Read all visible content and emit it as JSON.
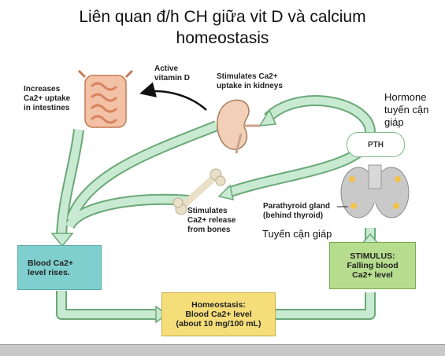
{
  "title": {
    "line1": "Liên quan đ/h CH giữa vit D và calcium",
    "line2": "homeostasis"
  },
  "labels": {
    "intestines": [
      "Increases",
      "Ca2+ uptake",
      "in intestines"
    ],
    "active_vitd": [
      "Active",
      "vitamin D"
    ],
    "kidneys": [
      "Stimulates Ca2+",
      "uptake in kidneys"
    ],
    "bones": [
      "Stimulates",
      "Ca2+ release",
      "from bones"
    ],
    "parathyroid": [
      "Parathyroid gland",
      "(behind thyroid)"
    ],
    "pth": "PTH"
  },
  "notes": {
    "hormone": [
      "Hormone",
      "tuyến cận",
      "giáp"
    ],
    "tuyen_can_giap": "Tuyến cận giáp"
  },
  "boxes": {
    "blood_rises": [
      "Blood Ca2+",
      "level rises."
    ],
    "homeostasis": [
      "Homeostasis:",
      "Blood Ca2+ level",
      "(about 10 mg/100 mL)"
    ],
    "stimulus": [
      "STIMULUS:",
      "Falling blood",
      "Ca2+ level"
    ]
  },
  "colors": {
    "arrow_fill": "#c9ead2",
    "arrow_stroke": "#6aa877",
    "blood_box": "#7fcfcf",
    "homeo_box": "#f5dd7a",
    "stimulus_box": "#b6dc8e"
  }
}
